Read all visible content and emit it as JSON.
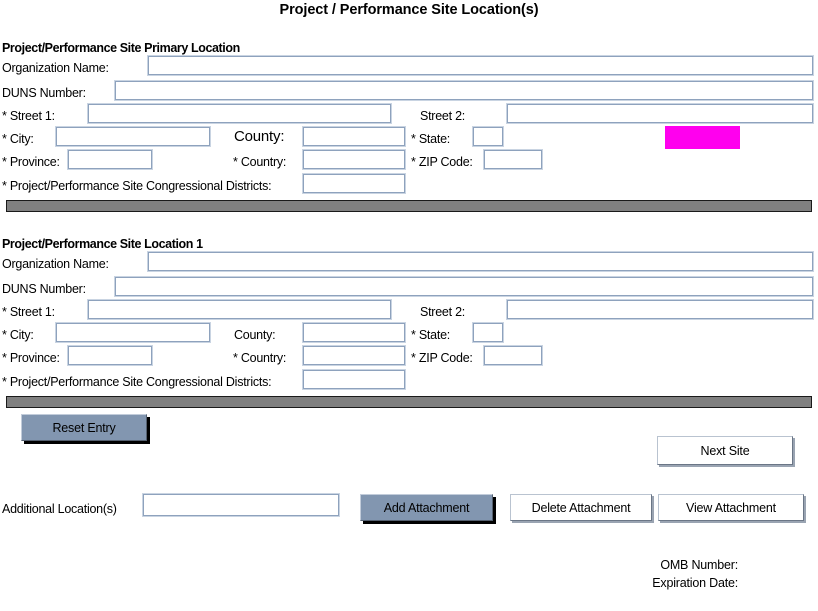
{
  "form": {
    "title": "Project / Performance Site Location(s)"
  },
  "sections": [
    {
      "heading": "Project/Performance Site Primary Location",
      "fields": {
        "organization_name_label": "Organization Name:",
        "organization_name_value": "",
        "duns_number_label": "DUNS Number:",
        "duns_number_value": "",
        "street1_label": "* Street 1:",
        "street1_value": "",
        "street2_label": "Street 2:",
        "street2_value": "",
        "city_label": "* City:",
        "city_value": "",
        "county_label": "County:",
        "county_value": "",
        "state_label": "* State:",
        "state_value": "",
        "province_label": "* Province:",
        "province_value": "",
        "country_label": "* Country:",
        "country_value": "",
        "zip_label": "* ZIP Code:",
        "zip_value": "",
        "districts_label": "* Project/Performance Site Congressional Districts:",
        "districts_value": ""
      }
    },
    {
      "heading": "Project/Performance Site Location 1",
      "fields": {
        "organization_name_label": "Organization Name:",
        "organization_name_value": "",
        "duns_number_label": "DUNS Number:",
        "duns_number_value": "",
        "street1_label": "* Street 1:",
        "street1_value": "",
        "street2_label": "Street 2:",
        "street2_value": "",
        "city_label": "* City:",
        "city_value": "",
        "county_label": "County:",
        "county_value": "",
        "state_label": "* State:",
        "state_value": "",
        "province_label": "* Province:",
        "province_value": "",
        "country_label": "* Country:",
        "country_value": "",
        "zip_label": "* ZIP Code:",
        "zip_value": "",
        "districts_label": "* Project/Performance Site Congressional Districts:",
        "districts_value": ""
      }
    }
  ],
  "actions": {
    "reset_entry_label": "Reset Entry",
    "next_site_label": "Next Site",
    "additional_locations_label": "Additional Location(s)",
    "additional_locations_value": "",
    "add_attachment_label": "Add Attachment",
    "delete_attachment_label": "Delete Attachment",
    "view_attachment_label": "View  Attachment"
  },
  "footer": {
    "omb_number_label": "OMB Number:",
    "expiration_date_label": "Expiration Date:"
  },
  "colors": {
    "highlight_block": "#ff00ee",
    "separator_bar": "#808080",
    "steel_button": "#8296b0",
    "field_border": "#8ea2bd"
  }
}
